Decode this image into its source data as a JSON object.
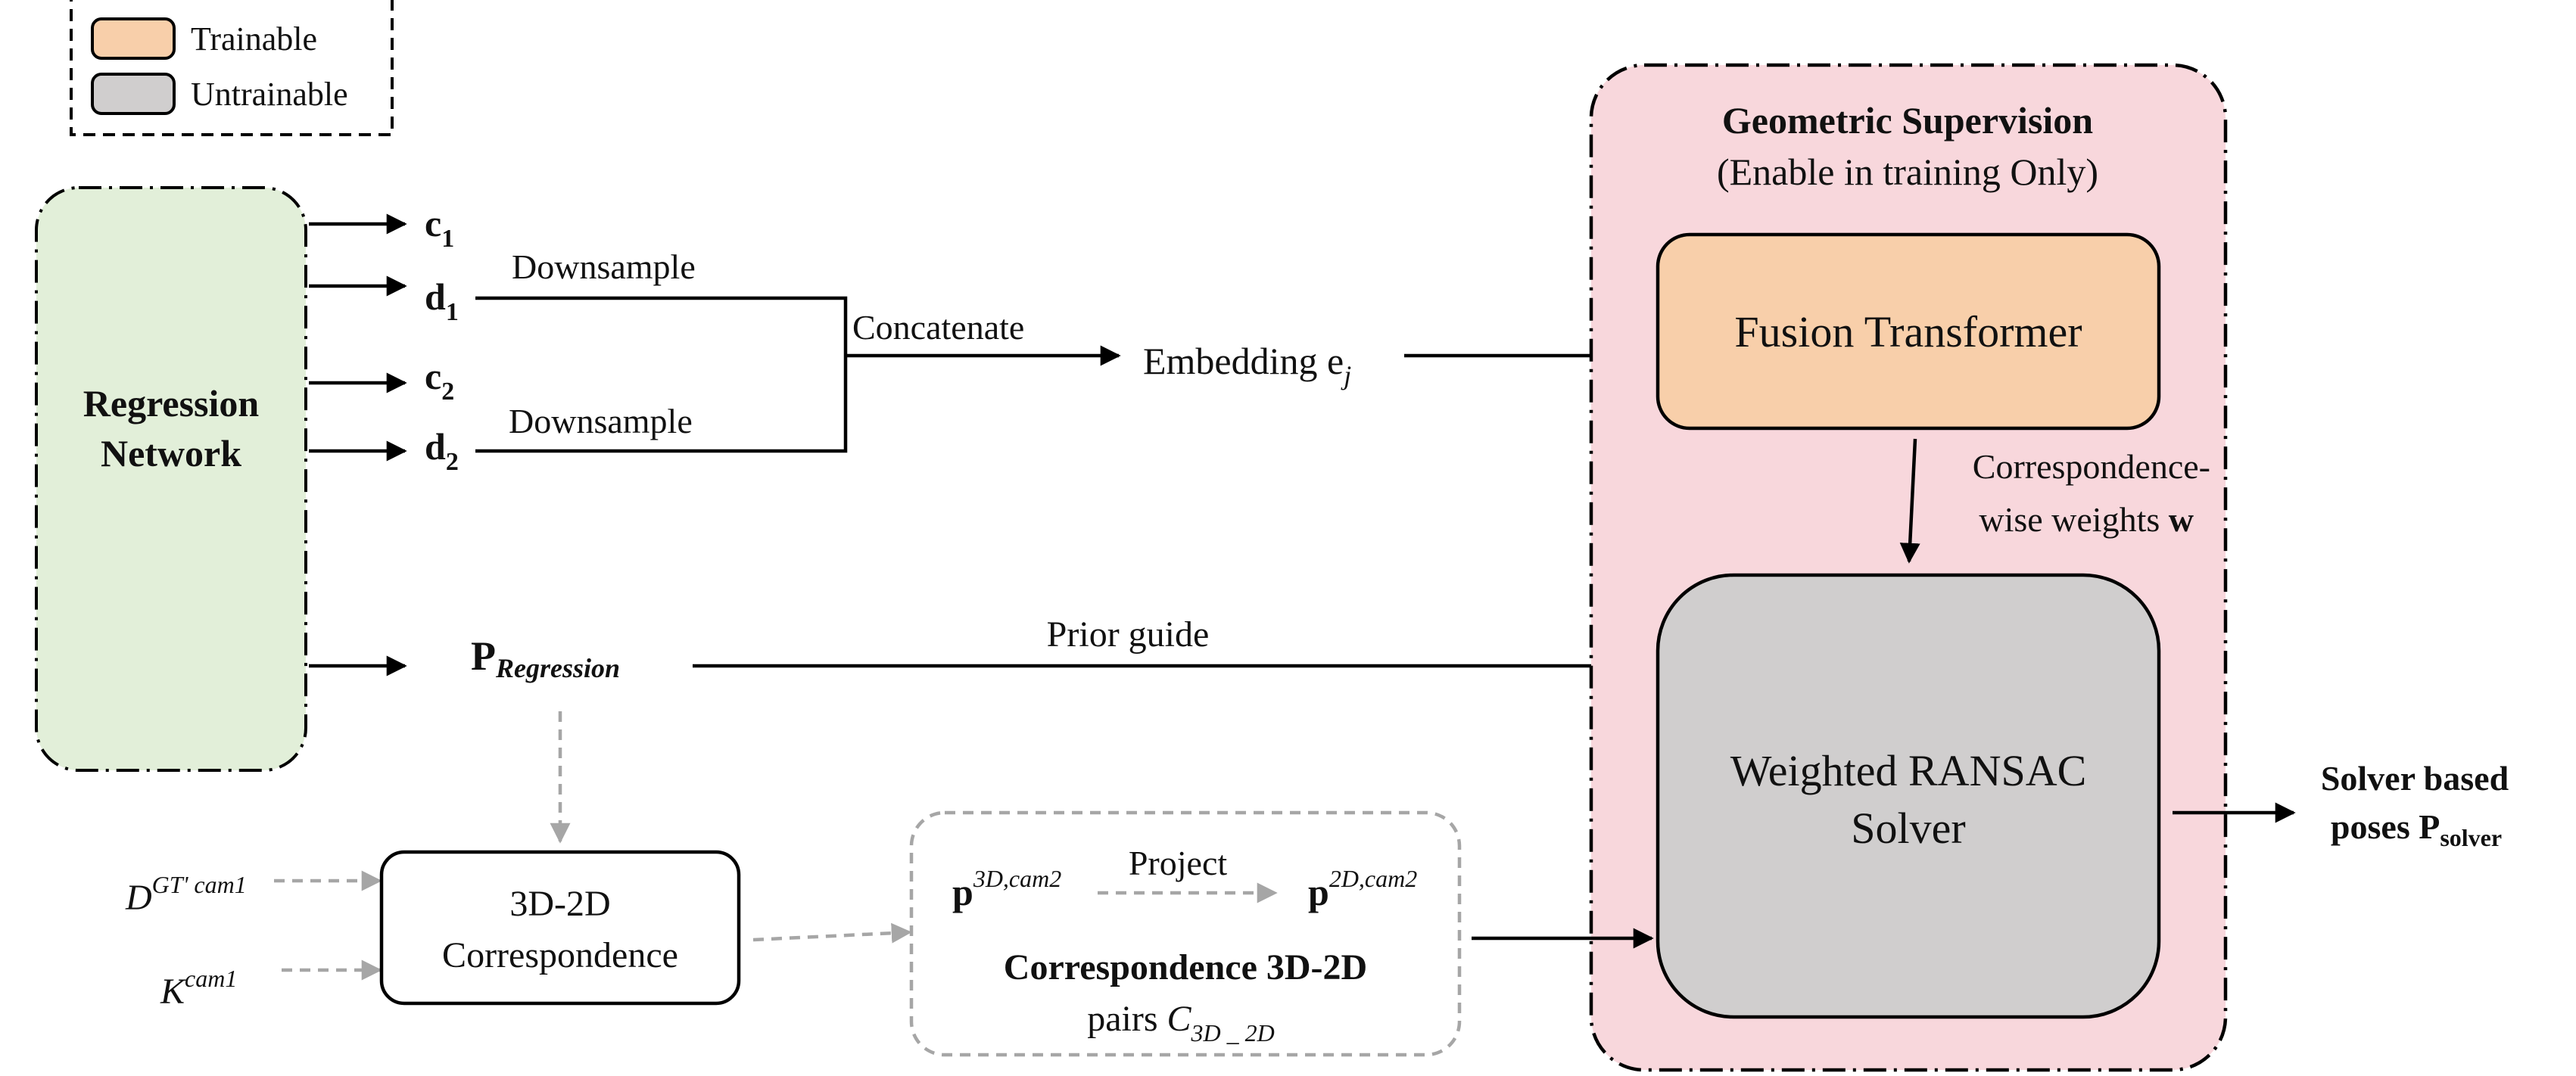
{
  "colors": {
    "trainable": "#f8cfaa",
    "untrainable": "#d0cece",
    "regression_bg": "#e2efd9",
    "supervision_bg": "#f8d7dc",
    "arrow": "#000000",
    "dashed_arrow": "#a6a6a6"
  },
  "legend": {
    "trainable": "Trainable",
    "untrainable": "Untrainable"
  },
  "regression_network": {
    "line1": "Regression",
    "line2": "Network"
  },
  "outputs": {
    "c1": "c",
    "c1_sub": "1",
    "d1": "d",
    "d1_sub": "1",
    "c2": "c",
    "c2_sub": "2",
    "d2": "d",
    "d2_sub": "2",
    "p_main": "P",
    "p_sub": "Regression"
  },
  "labels": {
    "downsample1": "Downsample",
    "downsample2": "Downsample",
    "concatenate": "Concatenate",
    "embedding": "Embedding e",
    "embedding_sub": "j",
    "prior_guide": "Prior guide",
    "weights_line1": "Correspondence-",
    "weights_line2": "wise weights ",
    "weights_bold": "w"
  },
  "supervision": {
    "title": "Geometric Supervision",
    "subtitle": "(Enable in training Only)"
  },
  "fusion": {
    "label": "Fusion Transformer"
  },
  "ransac": {
    "line1": "Weighted RANSAC",
    "line2": "Solver"
  },
  "solver_output": {
    "line1": "Solver based",
    "line2": "poses P",
    "sub": "solver"
  },
  "inputs": {
    "d_gt": "D",
    "d_gt_sup": "GT' cam1",
    "k": "K",
    "k_sup": "cam1"
  },
  "correspondence_box": {
    "line1": "3D-2D",
    "line2": "Correspondence"
  },
  "pairs_box": {
    "p3d": "p",
    "p3d_sup": "3D,cam2",
    "project": "Project",
    "p2d": "p",
    "p2d_sup": "2D,cam2",
    "title": "Correspondence 3D-2D",
    "pairs": "pairs ",
    "c": "C",
    "c_sub": "3D _ 2D"
  }
}
